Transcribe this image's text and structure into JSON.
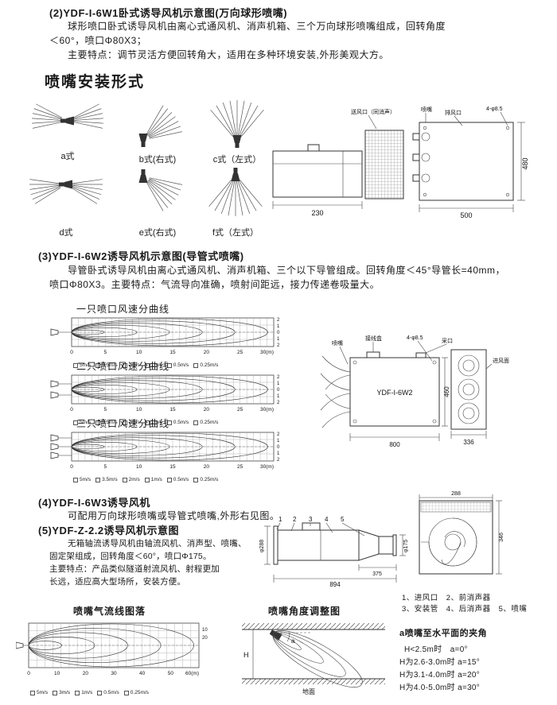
{
  "section2": {
    "heading": "(2)YDF-I-6W1卧式诱导风机示意图(万向球形喷嘴)",
    "para_line1": "球形喷口卧式诱导风机由离心式通风机、消声机箱、三个万向球形喷嘴组成，回转角度",
    "para_line2": "＜60°，喷口Φ80X3；",
    "para_line3": "主要特点：调节灵活方便回转角大，适用在多种环境安装,外形美观大方。"
  },
  "install": {
    "heading": "喷嘴安装形式",
    "style_a": "a式",
    "style_b": "b式(右式)",
    "style_c": "c式（左式）",
    "style_d": "d式",
    "style_e": "e式(右式)",
    "style_f": "f式（左式）",
    "drawing": {
      "label_supply": "送风口（同消声）",
      "label_nozzle": "喷嘴",
      "label_exhaust": "排风口",
      "label_holes": "4-φ8.5",
      "dim_230": "230",
      "dim_500": "500",
      "dim_480": "480"
    }
  },
  "section3": {
    "heading": "(3)YDF-I-6W2诱导风机示意图(导管式喷嘴)",
    "para_line1": "导管卧式诱导风机由离心式通风机、消声机箱、三个以下导管组成。回转角度＜45°导管长=40mm，",
    "para_line2": "喷口Φ80X3。主要特点：气流导向准确，喷射间距远，接力传递卷吸量大。",
    "drawing": {
      "model": "YDF-I-6W2",
      "label_nozzle": "喷嘴",
      "label_junction_box": "接线盒",
      "label_holes": "4-φ8.5",
      "label_port": "采口",
      "label_inlet_face": "进风面",
      "dim_800": "800",
      "dim_336": "336",
      "dim_460": "460"
    }
  },
  "section4": {
    "heading": "(4)YDF-I-6W3诱导风机",
    "para_line1": "可配用万向球形喷嘴或导管式喷嘴,外形右见图。"
  },
  "section5": {
    "heading": "(5)YDF-Z-2.2诱导风机示意图",
    "para_line1": "无箱轴流诱导风机由轴流风机、消声型、喷嘴、",
    "para_line2": "固定架组成，回转角度＜60°，喷口Φ175。",
    "para_line3": "主要特点：产品类似隧道射流风机、射程更加",
    "para_line4": "长远，适应高大型场所，安装方便。",
    "drawing": {
      "part_1": "1",
      "part_2": "2",
      "part_3": "3",
      "part_4": "4",
      "part_5": "5",
      "dim_894": "894",
      "dim_375": "375",
      "dim_d288": "φ288",
      "dim_d175": "φ175"
    },
    "fan_drawing": {
      "dim_288": "288",
      "dim_346": "346"
    },
    "legend_line1": "1、进风口　2、前消声器",
    "legend_line2": "3、安装管　4、后消声器　5、喷嘴"
  },
  "bottom": {
    "left_title": "喷嘴气流线图落",
    "mid_title": "喷嘴角度调整图",
    "angle_label_a": "a",
    "angle_label_h": "H",
    "angle_label_ground": "地面",
    "note_title": "a喷嘴至水平面的夹角",
    "note_row1": "H<2.5m时　a=0°",
    "note_row2": "H为2.6-3.0m时 a=15°",
    "note_row3": "H为3.1-4.0m时 a=20°",
    "note_row4": "H为4.0-5.0m时 a=30°"
  },
  "chart_data": [
    {
      "type": "contour",
      "title": "一只喷口风速分曲线",
      "nozzle_count": 1,
      "xticks": [
        "0",
        "5",
        "10",
        "15",
        "20",
        "25",
        "30(m)"
      ],
      "yticks_right": [
        "2",
        "1",
        "0",
        "1",
        "2"
      ],
      "legend": [
        "5m/s",
        "3.5m/s",
        "2m/s",
        "1m/s",
        "0.5m/s",
        "0.25m/s"
      ],
      "xlim": [
        0,
        30
      ]
    },
    {
      "type": "contour",
      "title": "二只喷口风速分曲线",
      "nozzle_count": 2,
      "xticks": [
        "0",
        "5",
        "10",
        "15",
        "20",
        "25",
        "30(m)"
      ],
      "yticks_right": [
        "2",
        "1",
        "0",
        "1",
        "2"
      ],
      "legend": [
        "5m/s",
        "3.5m/s",
        "2m/s",
        "1m/s",
        "0.5m/s",
        "0.25m/s"
      ],
      "xlim": [
        0,
        30
      ]
    },
    {
      "type": "contour",
      "title": "三只喷口风速分曲线",
      "nozzle_count": 3,
      "xticks": [
        "0",
        "5",
        "10",
        "15",
        "20",
        "25",
        "30(m)"
      ],
      "yticks_right": [
        "2",
        "1",
        "0",
        "1",
        "2"
      ],
      "legend": [
        "5m/s",
        "3.5m/s",
        "2m/s",
        "1m/s",
        "0.5m/s",
        "0.25m/s"
      ],
      "xlim": [
        0,
        30
      ]
    },
    {
      "type": "contour",
      "title": "喷嘴气流线图落",
      "nozzle_count": 1,
      "xticks": [
        "0",
        "10",
        "20",
        "30",
        "40",
        "50",
        "60(m)"
      ],
      "yticks_right": [
        "10",
        "20"
      ],
      "legend": [
        "5m/s",
        "3m/s",
        "1m/s",
        "0.5m/s",
        "0.25m/s"
      ],
      "xlim": [
        0,
        60
      ]
    }
  ]
}
